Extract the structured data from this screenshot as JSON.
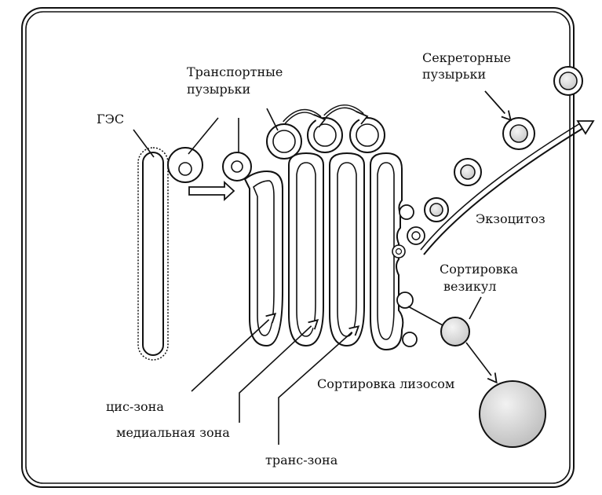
{
  "labels": {
    "ges": "ГЭС",
    "transport_line1": "Транспортные",
    "transport_line2": "пузырьки",
    "secretory_line1": "Секреторные",
    "secretory_line2": "пузырьки",
    "exocytosis": "Экзоцитоз",
    "vesicle_sort_line1": "Сортировка",
    "vesicle_sort_line2": "везикул",
    "lysosome_sort": "Сортировка лизосом",
    "cis_zone": "цис-зона",
    "medial_zone": "медиальная зона",
    "trans_zone": "транс-зона"
  },
  "colors": {
    "ink": "#111111",
    "paper": "#ffffff",
    "vesicle_fill": "#dcdcdc",
    "lysosome_fill": "#d0d0d0"
  }
}
